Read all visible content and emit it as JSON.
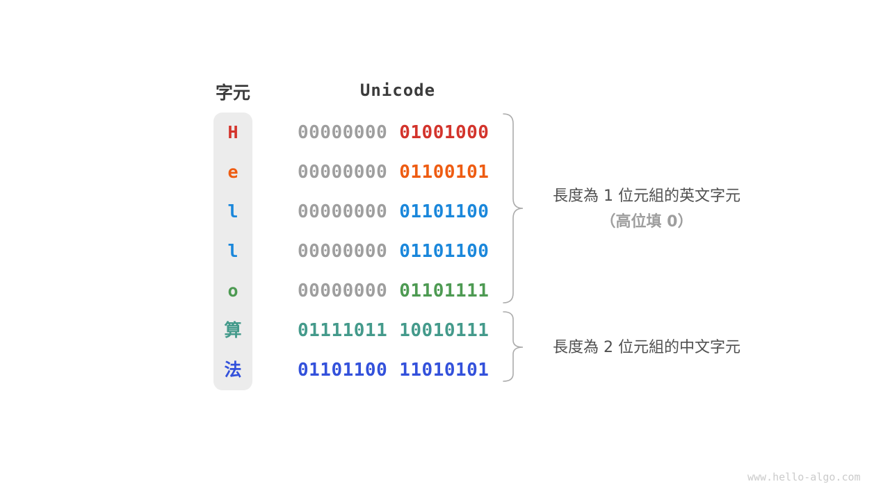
{
  "header": {
    "char_col": "字元",
    "unicode_col": "Unicode"
  },
  "palette": {
    "background": "#ffffff",
    "char_column_bg": "#ececec",
    "header_text": "#3b3b3b",
    "muted_zeros": "#9e9e9e",
    "brace_stroke": "#ababab",
    "annotation_text": "#4f4f4f",
    "annotation_muted": "#9e9e9e",
    "watermark_text": "#cbcbcb",
    "red": "#d3342c",
    "orange": "#ee5c12",
    "blue": "#1a87db",
    "green": "#4d9a52",
    "teal": "#449a8b",
    "indigo": "#3351db"
  },
  "rows": [
    {
      "char": "H",
      "color": "#d3342c",
      "byte1": "00000000",
      "byte1_color": "#9e9e9e",
      "byte2": "01001000",
      "byte2_color": "#d3342c"
    },
    {
      "char": "e",
      "color": "#ee5c12",
      "byte1": "00000000",
      "byte1_color": "#9e9e9e",
      "byte2": "01100101",
      "byte2_color": "#ee5c12"
    },
    {
      "char": "l",
      "color": "#1a87db",
      "byte1": "00000000",
      "byte1_color": "#9e9e9e",
      "byte2": "01101100",
      "byte2_color": "#1a87db"
    },
    {
      "char": "l",
      "color": "#1a87db",
      "byte1": "00000000",
      "byte1_color": "#9e9e9e",
      "byte2": "01101100",
      "byte2_color": "#1a87db"
    },
    {
      "char": "o",
      "color": "#4d9a52",
      "byte1": "00000000",
      "byte1_color": "#9e9e9e",
      "byte2": "01101111",
      "byte2_color": "#4d9a52"
    },
    {
      "char": "算",
      "color": "#449a8b",
      "byte1": "01111011",
      "byte1_color": "#449a8b",
      "byte2": "10010111",
      "byte2_color": "#449a8b"
    },
    {
      "char": "法",
      "color": "#3351db",
      "byte1": "01101100",
      "byte1_color": "#3351db",
      "byte2": "11010101",
      "byte2_color": "#3351db"
    }
  ],
  "annotations": {
    "english_line1": "長度為 1 位元組的英文字元",
    "english_line2": "（高位填 0）",
    "chinese_line1": "長度為 2 位元組的中文字元"
  },
  "watermark": "www.hello-algo.com"
}
